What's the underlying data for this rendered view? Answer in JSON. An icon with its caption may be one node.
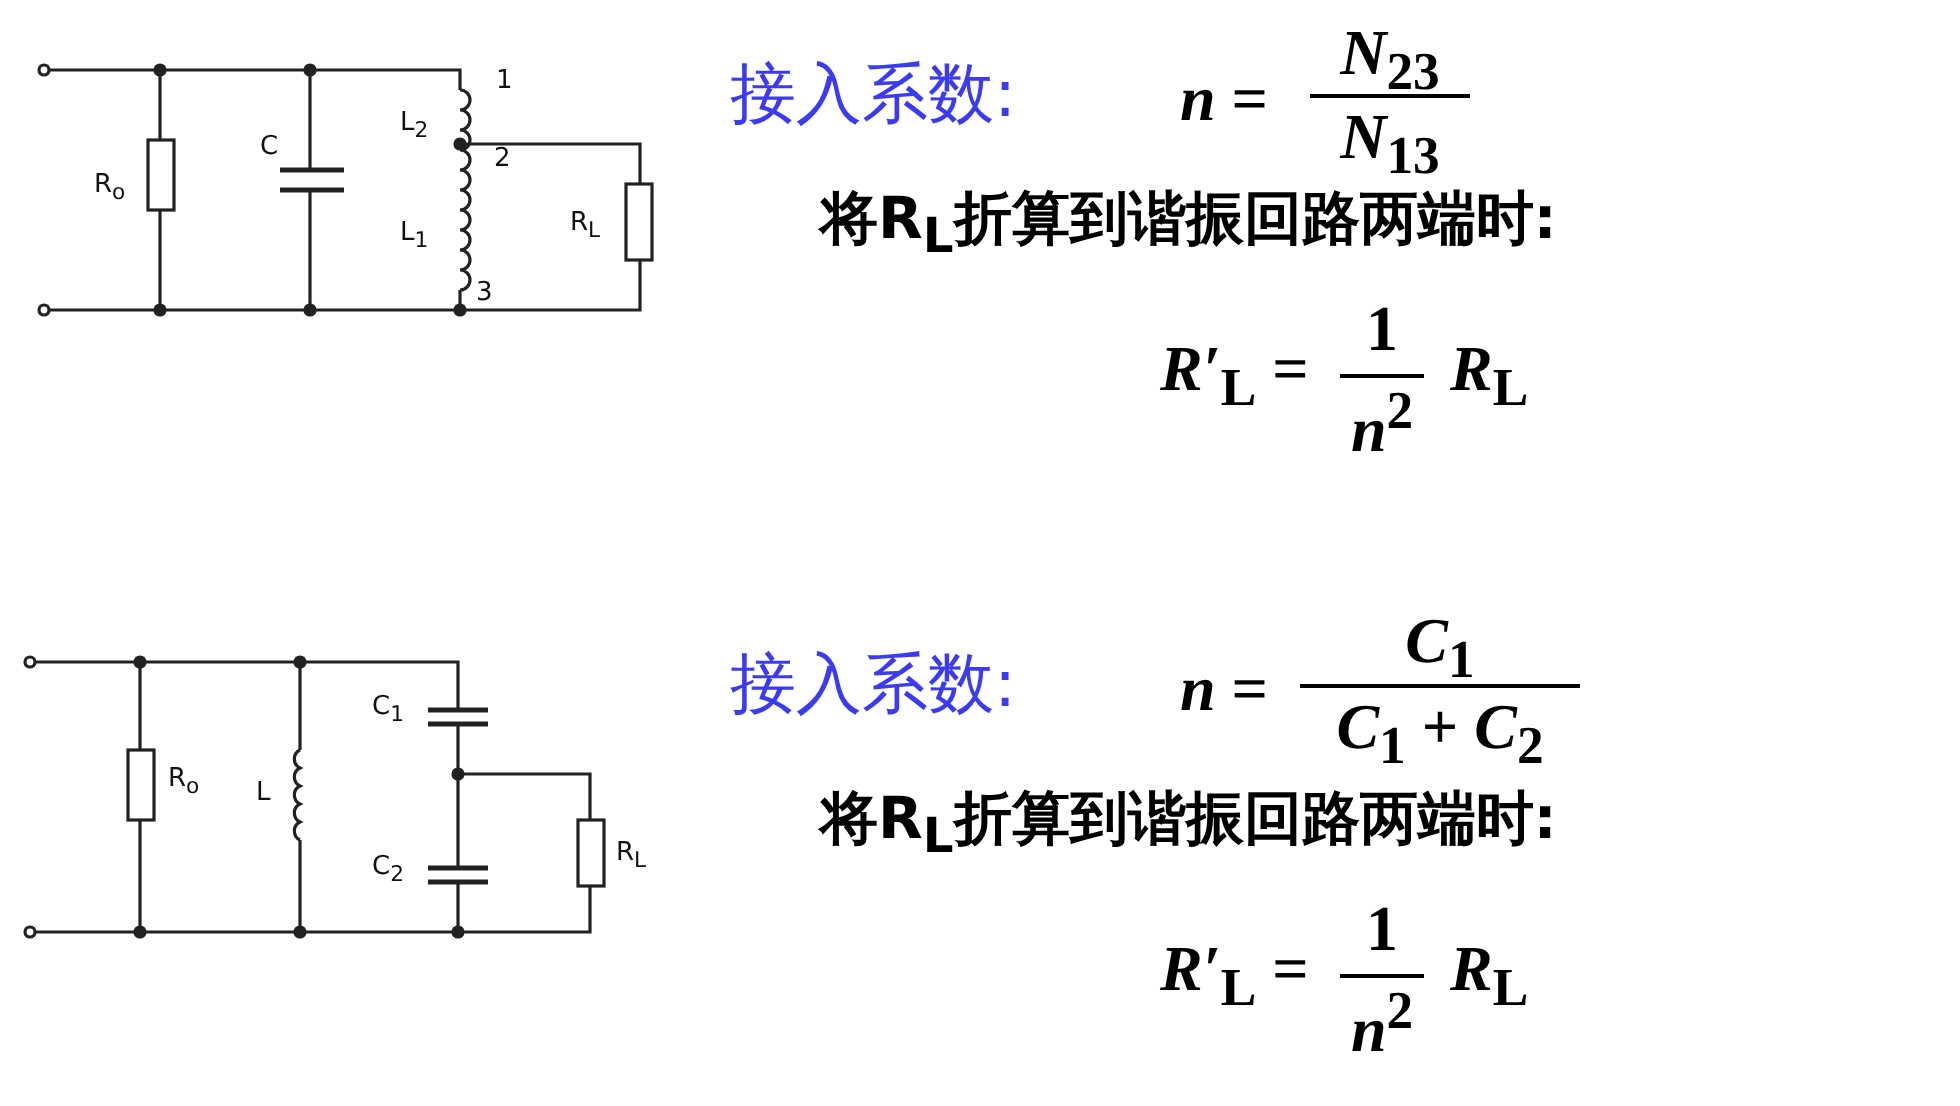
{
  "diagram": {
    "labels": [
      "1",
      "L$_{2}$",
      "2",
      "C",
      "R$_{o}$",
      "L$_{1}$",
      "R$_{L}$",
      "3",
      "接入系数:",
      "*n* =",
      "*N*$_{23}$",
      "*N*$_{13}$",
      "将R$_{L}$折算到谐振回路两端时:",
      "*R′*$_{L}$ =",
      "1",
      "*n*$^{2}$",
      "*R*$_{L}$",
      "C$_{1}$",
      "R$_{o}$",
      "L",
      "C$_{2}$",
      "R$_{L}$",
      "接入系数:",
      "*n* =",
      "*C*$_{1}$",
      "*C*$_{1}$ + *C*$_{2}$",
      "将R$_{L}$折算到谐振回路两端时:",
      "*R′*$_{L}$ =",
      "1",
      "*n*$^{2}$",
      "*R*$_{L}$"
    ]
  }
}
